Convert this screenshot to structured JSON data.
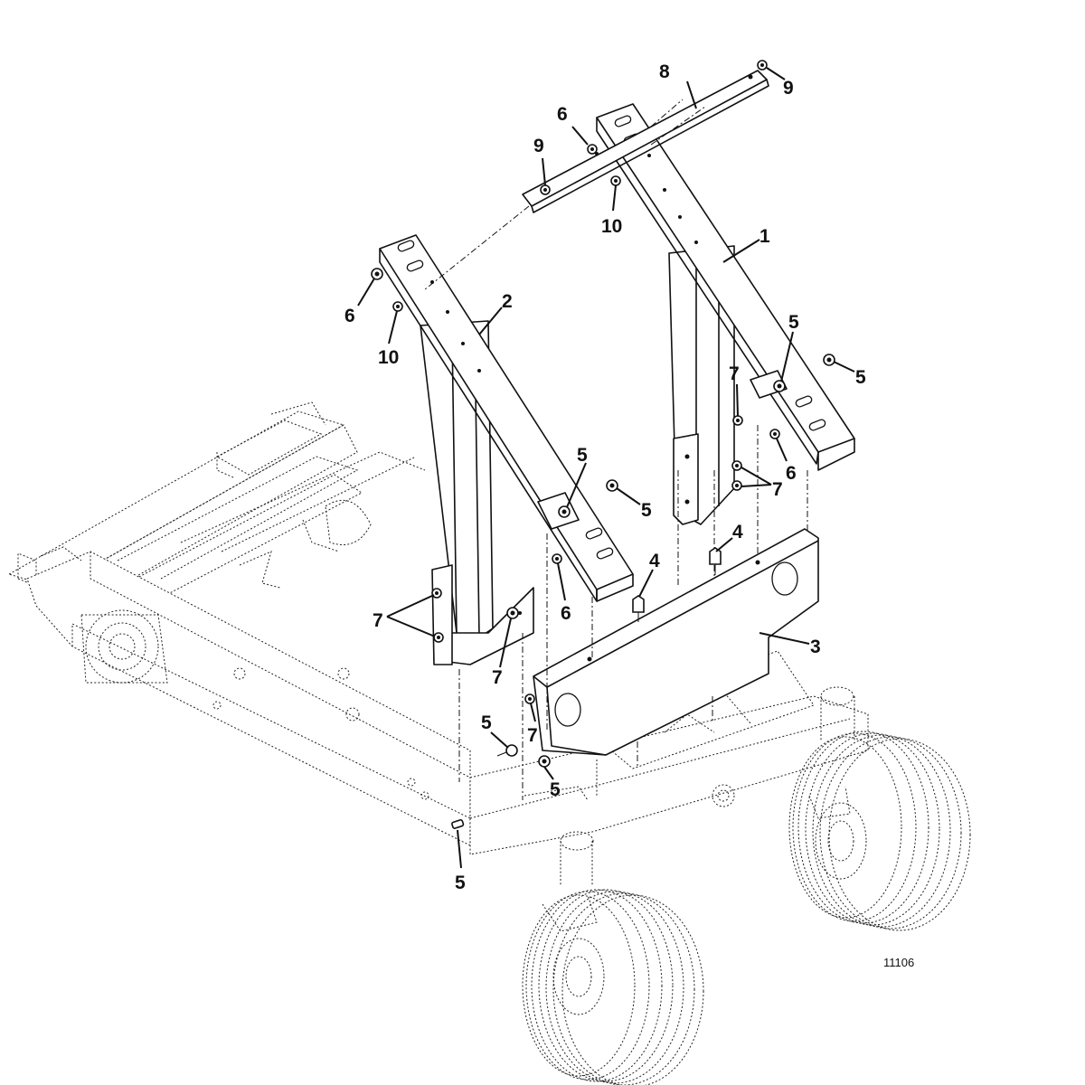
{
  "figure": {
    "number": "11106",
    "callouts": {
      "c1": "1",
      "c2": "2",
      "c3": "3",
      "c4a": "4",
      "c4b": "4",
      "c5a": "5",
      "c5b": "5",
      "c5c": "5",
      "c5d": "5",
      "c5e": "5",
      "c5f": "5",
      "c5g": "5",
      "c6a": "6",
      "c6b": "6",
      "c6c": "6",
      "c6d": "6",
      "c7a": "7",
      "c7b": "7",
      "c7c": "7",
      "c7d": "7",
      "c7e": "7",
      "c8": "8",
      "c9a": "9",
      "c9b": "9",
      "c10a": "10",
      "c10b": "10"
    }
  }
}
